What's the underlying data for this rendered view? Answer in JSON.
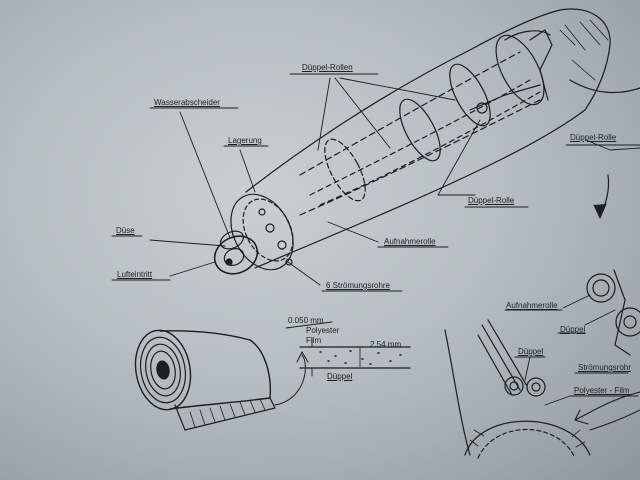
{
  "labels": {
    "duppel_rollen": "Düppel-Rollen",
    "wasserabscheider": "Wasserabscheider",
    "lagerung": "Lagerung",
    "duse": "Düse",
    "lufteintritt": "Lufteintritt",
    "duppel_rolle_center": "Düppel-Rolle",
    "aufnahmerolle_main": "Aufnahmerolle",
    "stromungsrohre": "6 Strömungsrohre",
    "duppel_rolle_right": "Düppel-Rolle",
    "thickness": "0.050 mm",
    "polyester_film": "Polyester\nFilm",
    "width": "2.54 mm",
    "duppel_section": "Düppel",
    "aufnahmerolle_right": "Aufnahmerolle",
    "duppel_right": "Düppel",
    "duppel_bottom": "Düppel",
    "stromungsrohr": "Strömungsrohr",
    "polyester_film_right": "Polyester - Film"
  }
}
